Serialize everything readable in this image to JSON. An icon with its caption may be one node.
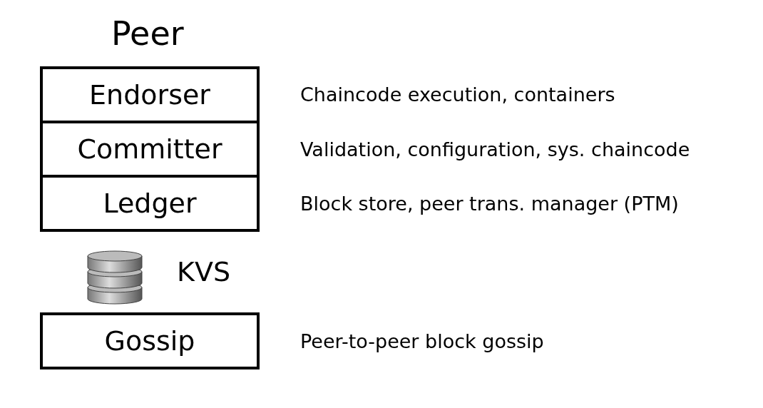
{
  "diagram": {
    "title": "Peer",
    "nodes": [
      {
        "text": [
          "Endorser"
        ],
        "beside": [
          "Chaincode execution, containers"
        ]
      },
      {
        "text": [
          "Committer"
        ],
        "beside": [
          "Validation, configuration, sys. chaincode"
        ]
      },
      {
        "text": [
          "Ledger"
        ],
        "beside": [
          "Block store, peer trans. manager (PTM)"
        ]
      },
      {
        "text": [
          "KVS"
        ]
      },
      {
        "text": [
          "Gossip"
        ],
        "beside": [
          "Peer-to-peer block gossip"
        ]
      }
    ]
  }
}
